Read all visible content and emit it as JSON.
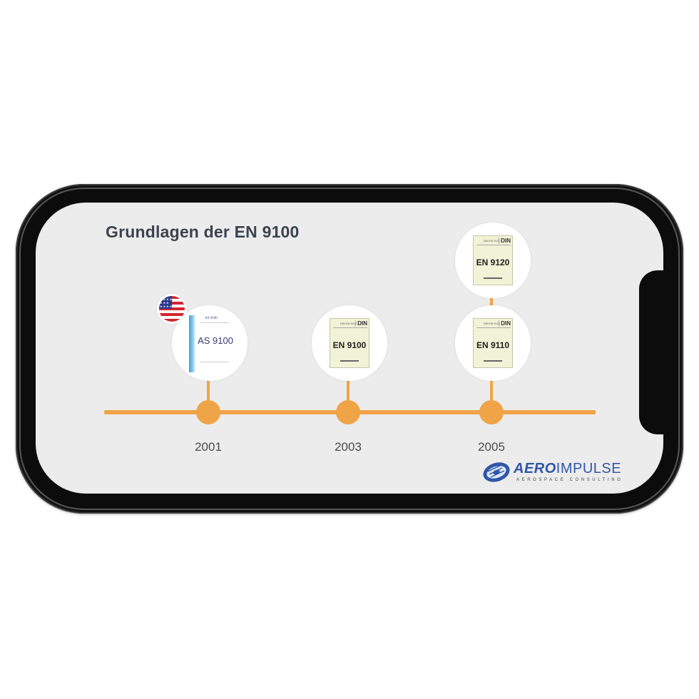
{
  "title": "Grundlagen der EN 9100",
  "timeline": [
    {
      "year": "2001",
      "documents": [
        "AS 9100"
      ]
    },
    {
      "year": "2003",
      "documents": [
        "EN 9100"
      ]
    },
    {
      "year": "2005",
      "documents": [
        "EN 9110",
        "EN 9120"
      ]
    }
  ],
  "doc_badges": {
    "din": "DIN",
    "as_small": "AS 9100",
    "en9100_header": "DIN EN 9100",
    "en9110_header": "DIN EN 9110",
    "en9120_header": "DIN EN 9120"
  },
  "flag_icon": "us-flag-icon",
  "logo": {
    "name_part1": "AERO",
    "name_part2": "IMPULSE",
    "tagline": "AEROSPACE CONSULTING"
  },
  "colors": {
    "accent": "#f0a448",
    "title": "#3a4350",
    "screen_bg": "#ececec",
    "logo_blue": "#2f56a8"
  }
}
